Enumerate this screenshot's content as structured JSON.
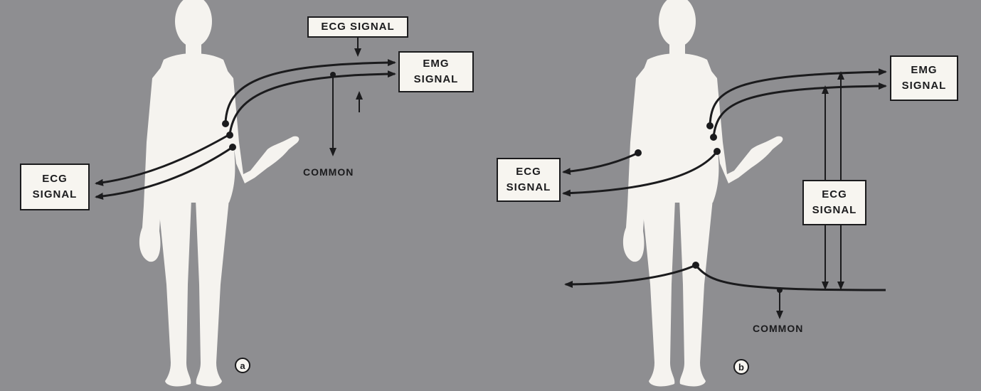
{
  "colors": {
    "background": "#8e8e91",
    "silhouette": "#f5f3ef",
    "wire": "#1b1b1d",
    "box_fill": "#f7f5f0"
  },
  "panel_a": {
    "marker": "a",
    "ecg_top": "ECG SIGNAL",
    "emg_line1": "EMG",
    "emg_line2": "SIGNAL",
    "ecg_left_line1": "ECG",
    "ecg_left_line2": "SIGNAL",
    "common": "COMMON"
  },
  "panel_b": {
    "marker": "b",
    "emg_line1": "EMG",
    "emg_line2": "SIGNAL",
    "ecg_left_line1": "ECG",
    "ecg_left_line2": "SIGNAL",
    "ecg_mid_line1": "ECG",
    "ecg_mid_line2": "SIGNAL",
    "common": "COMMON"
  }
}
